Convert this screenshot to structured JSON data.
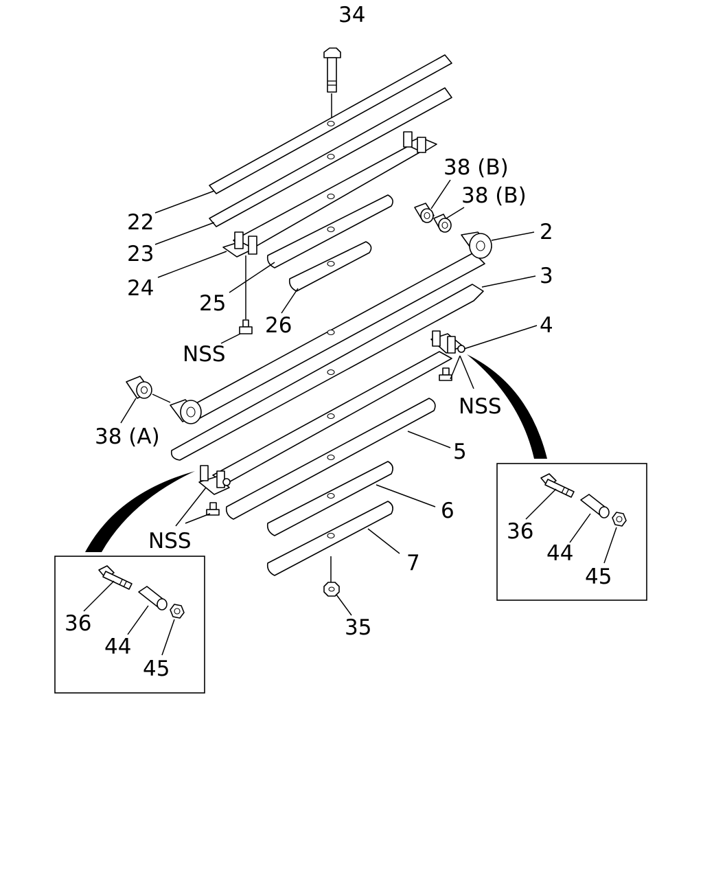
{
  "callouts": {
    "p34": "34",
    "p22": "22",
    "p23": "23",
    "p24": "24",
    "p25": "25",
    "p26": "26",
    "nss_top": "NSS",
    "p38b_1": "38 (B)",
    "p38b_2": "38 (B)",
    "p2": "2",
    "p3": "3",
    "p4": "4",
    "nss_right": "NSS",
    "p38a": "38 (A)",
    "p5": "5",
    "nss_left": "NSS",
    "p6": "6",
    "p7": "7",
    "p35": "35"
  },
  "detail_right": {
    "p36": "36",
    "p44": "44",
    "p45": "45"
  },
  "detail_left": {
    "p36": "36",
    "p44": "44",
    "p45": "45"
  }
}
